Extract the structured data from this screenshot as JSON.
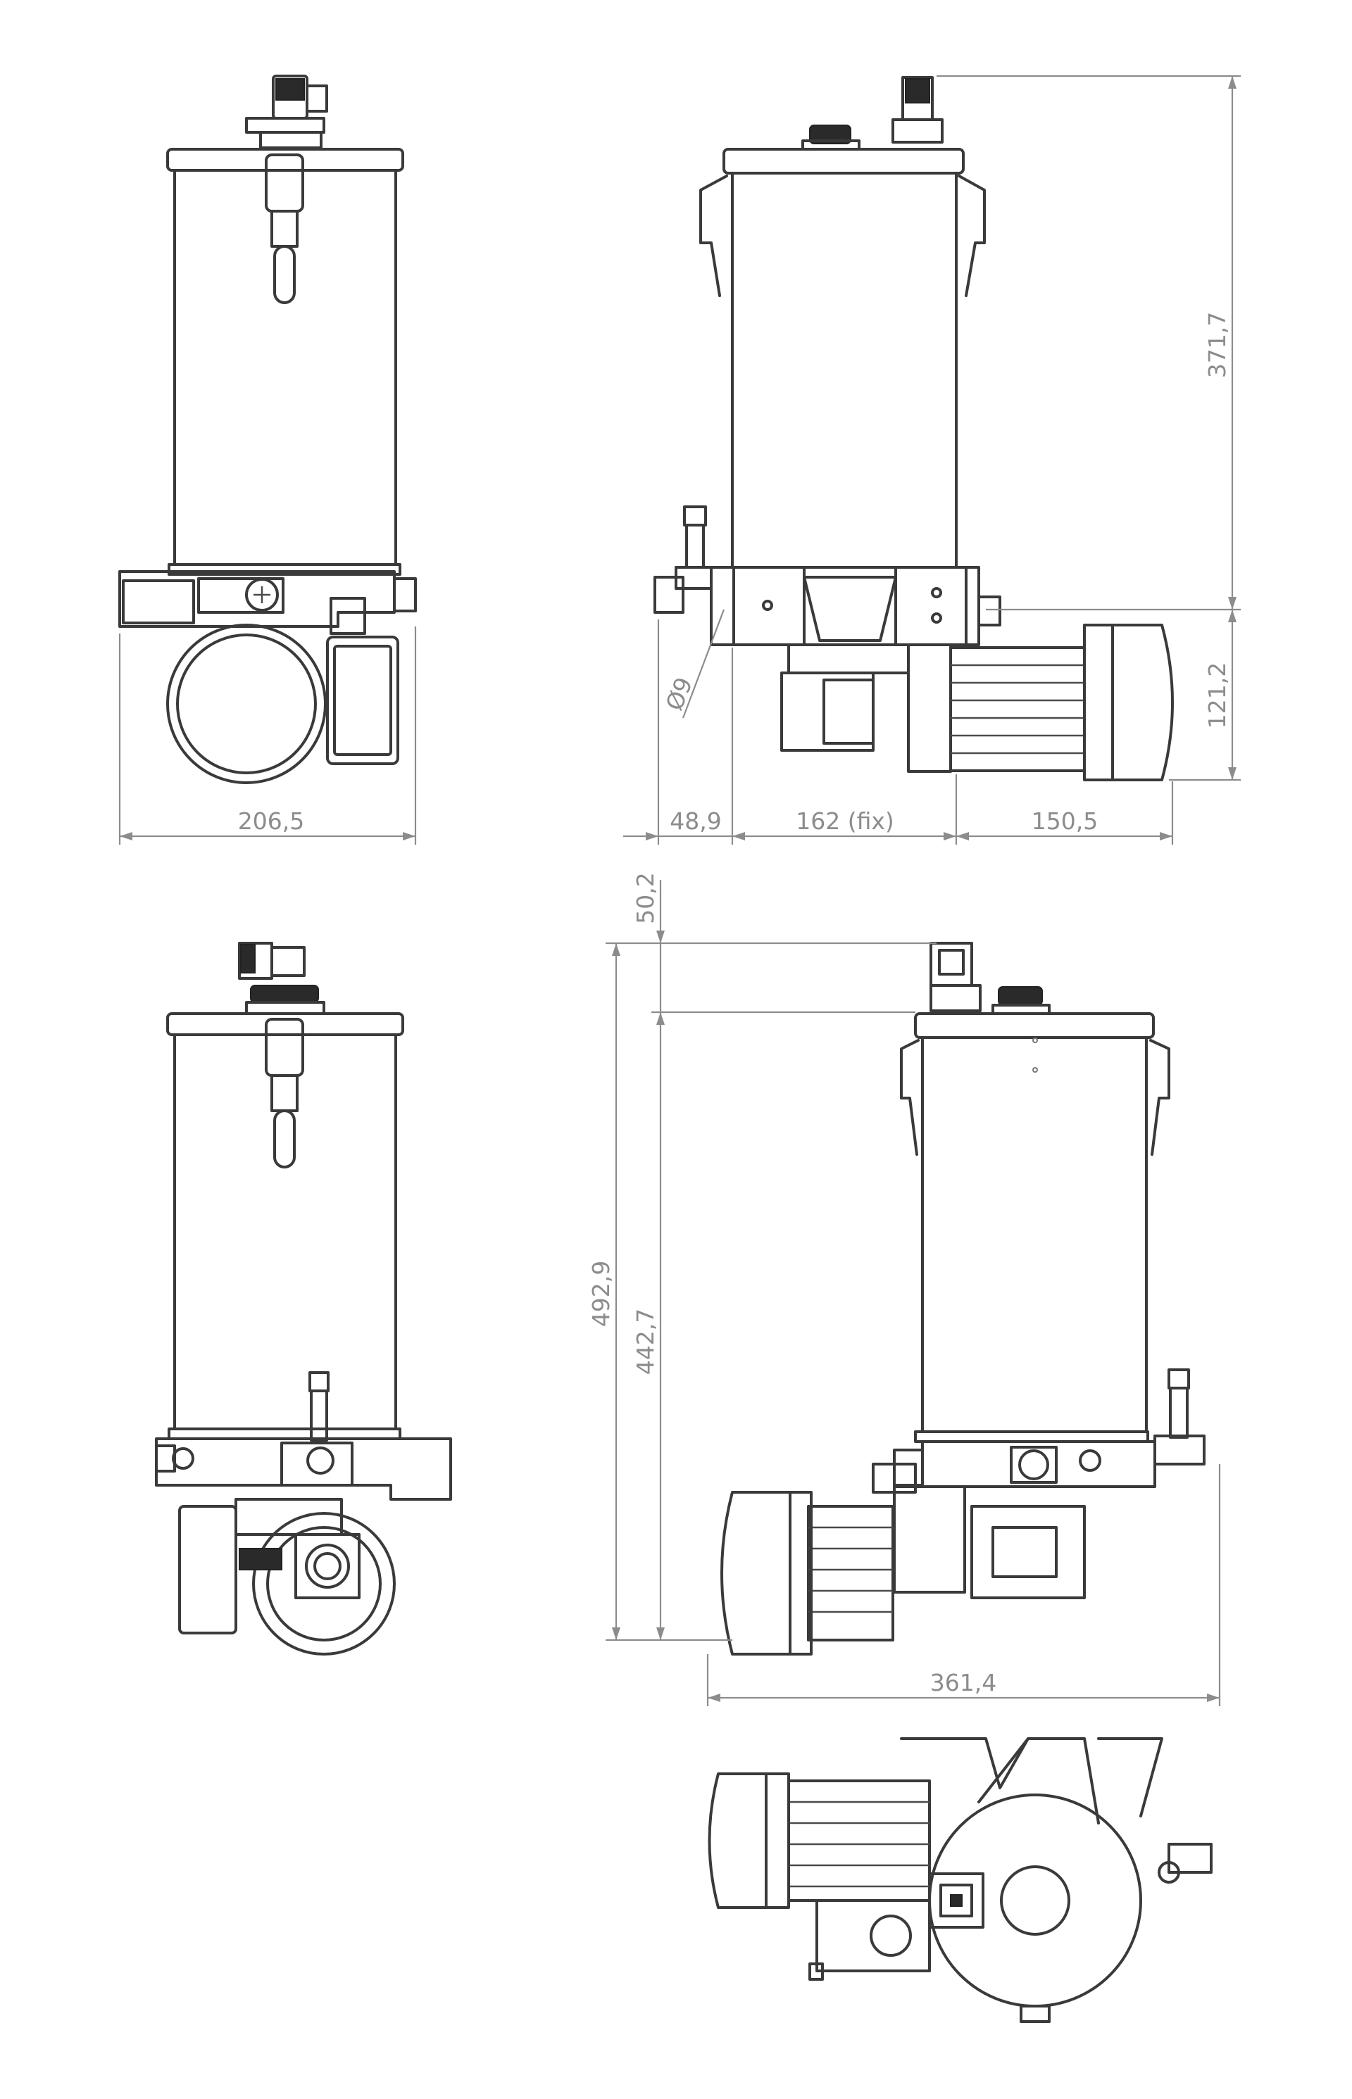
{
  "dimensions": {
    "width_front": "206,5",
    "height_tank": "371,7",
    "height_base": "121,2",
    "diameter_hole": "Ø9",
    "offset_left": "48,9",
    "width_fix": "162 (fix)",
    "offset_right": "150,5",
    "top_clearance": "50,2",
    "total_height": "492,9",
    "height_without_clearance": "442,7",
    "total_width": "361,4"
  },
  "colors": {
    "line": "#3a3a3a",
    "dimension": "#8c8c8c",
    "background": "#ffffff"
  }
}
